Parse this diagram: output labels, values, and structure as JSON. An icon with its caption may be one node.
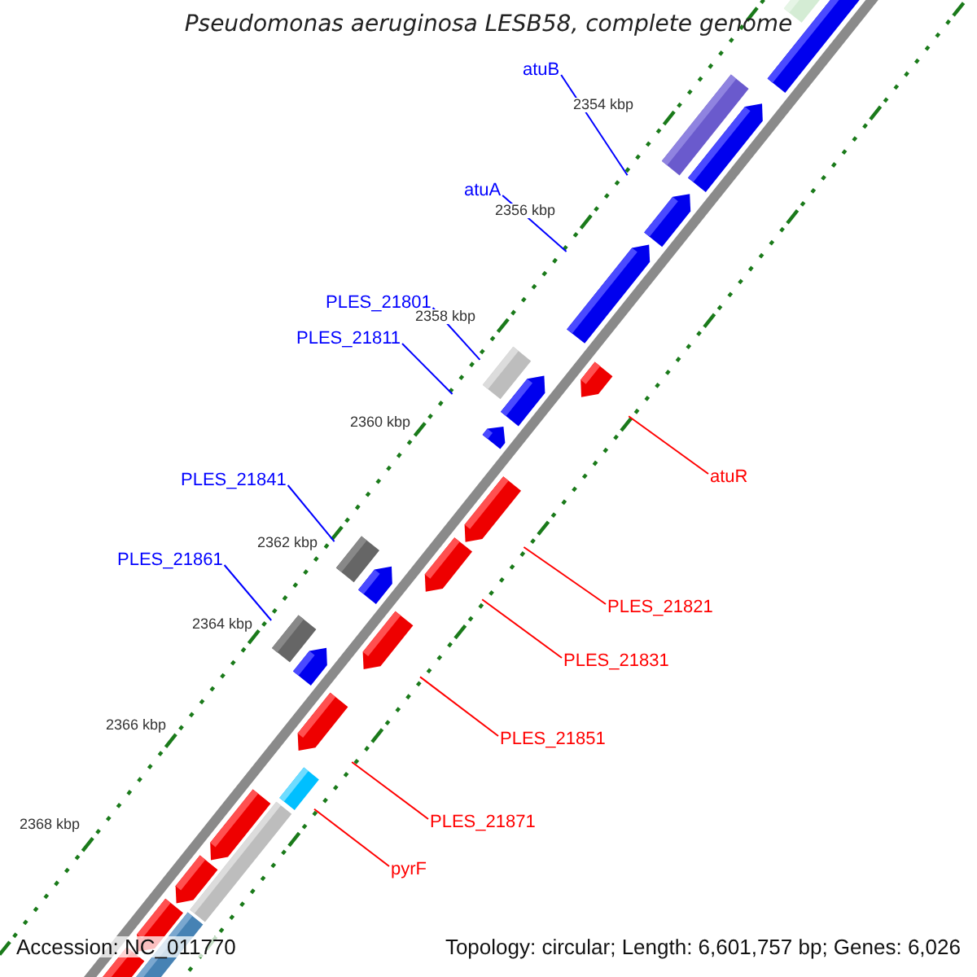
{
  "diagram": {
    "title": "Pseudomonas aeruginosa LESB58, complete genome",
    "nodes": [
      {
        "text": [
          "atuB"
        ]
      },
      {
        "text": [
          "atuA"
        ]
      },
      {
        "text": [
          "PLES_21801"
        ]
      },
      {
        "text": [
          "PLES_21811"
        ]
      },
      {
        "text": [
          "PLES_21841"
        ]
      },
      {
        "text": [
          "PLES_21861"
        ]
      },
      {
        "text": [
          "atuR"
        ]
      },
      {
        "text": [
          "PLES_21821"
        ]
      },
      {
        "text": [
          "PLES_21831"
        ]
      },
      {
        "text": [
          "PLES_21851"
        ]
      },
      {
        "text": [
          "PLES_21871"
        ]
      },
      {
        "text": [
          "pyrF"
        ]
      }
    ],
    "edges": [
      {
        "from": 0,
        "to": null,
        "arrow": "none"
      },
      {
        "from": 1,
        "to": null,
        "arrow": "none"
      },
      {
        "from": 2,
        "to": null,
        "arrow": "none"
      },
      {
        "from": 3,
        "to": null,
        "arrow": "none"
      },
      {
        "from": 4,
        "to": null,
        "arrow": "none"
      },
      {
        "from": 5,
        "to": null,
        "arrow": "none"
      },
      {
        "from": 6,
        "to": null,
        "arrow": "none",
        "color": "#ff0000"
      },
      {
        "from": 7,
        "to": null,
        "arrow": "none",
        "color": "#ff0000"
      },
      {
        "from": 8,
        "to": null,
        "arrow": "none",
        "color": "#ff0000"
      },
      {
        "from": 9,
        "to": null,
        "arrow": "none",
        "color": "#ff0000"
      },
      {
        "from": 10,
        "to": null,
        "arrow": "none",
        "color": "#ff0000"
      },
      {
        "from": 11,
        "to": null,
        "arrow": "none",
        "color": "#ff0000"
      }
    ],
    "labels": [
      "2354 kbp",
      "2356 kbp",
      "2358 kbp",
      "2360 kbp",
      "2362 kbp",
      "2364 kbp",
      "2366 kbp",
      "2368 kbp",
      "Accession: NC_011770",
      "Topology: circular; Length: 6,601,757 bp; Genes: 6,026"
    ]
  }
}
